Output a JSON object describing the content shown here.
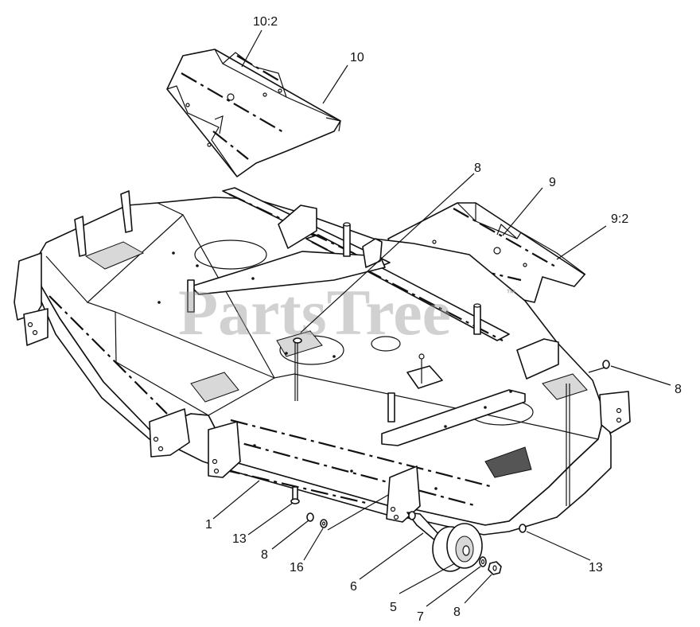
{
  "watermark": {
    "text": "PartsTree",
    "trademark": "™"
  },
  "callouts": [
    {
      "id": "c-10-2",
      "label": "10:2"
    },
    {
      "id": "c-10",
      "label": "10"
    },
    {
      "id": "c-8-top",
      "label": "8"
    },
    {
      "id": "c-9",
      "label": "9"
    },
    {
      "id": "c-9-2",
      "label": "9:2"
    },
    {
      "id": "c-8-right",
      "label": "8"
    },
    {
      "id": "c-1",
      "label": "1"
    },
    {
      "id": "c-13-left",
      "label": "13"
    },
    {
      "id": "c-8-left",
      "label": "8"
    },
    {
      "id": "c-16",
      "label": "16"
    },
    {
      "id": "c-6",
      "label": "6"
    },
    {
      "id": "c-5",
      "label": "5"
    },
    {
      "id": "c-7",
      "label": "7"
    },
    {
      "id": "c-8-bottom",
      "label": "8"
    },
    {
      "id": "c-13-right",
      "label": "13"
    }
  ]
}
